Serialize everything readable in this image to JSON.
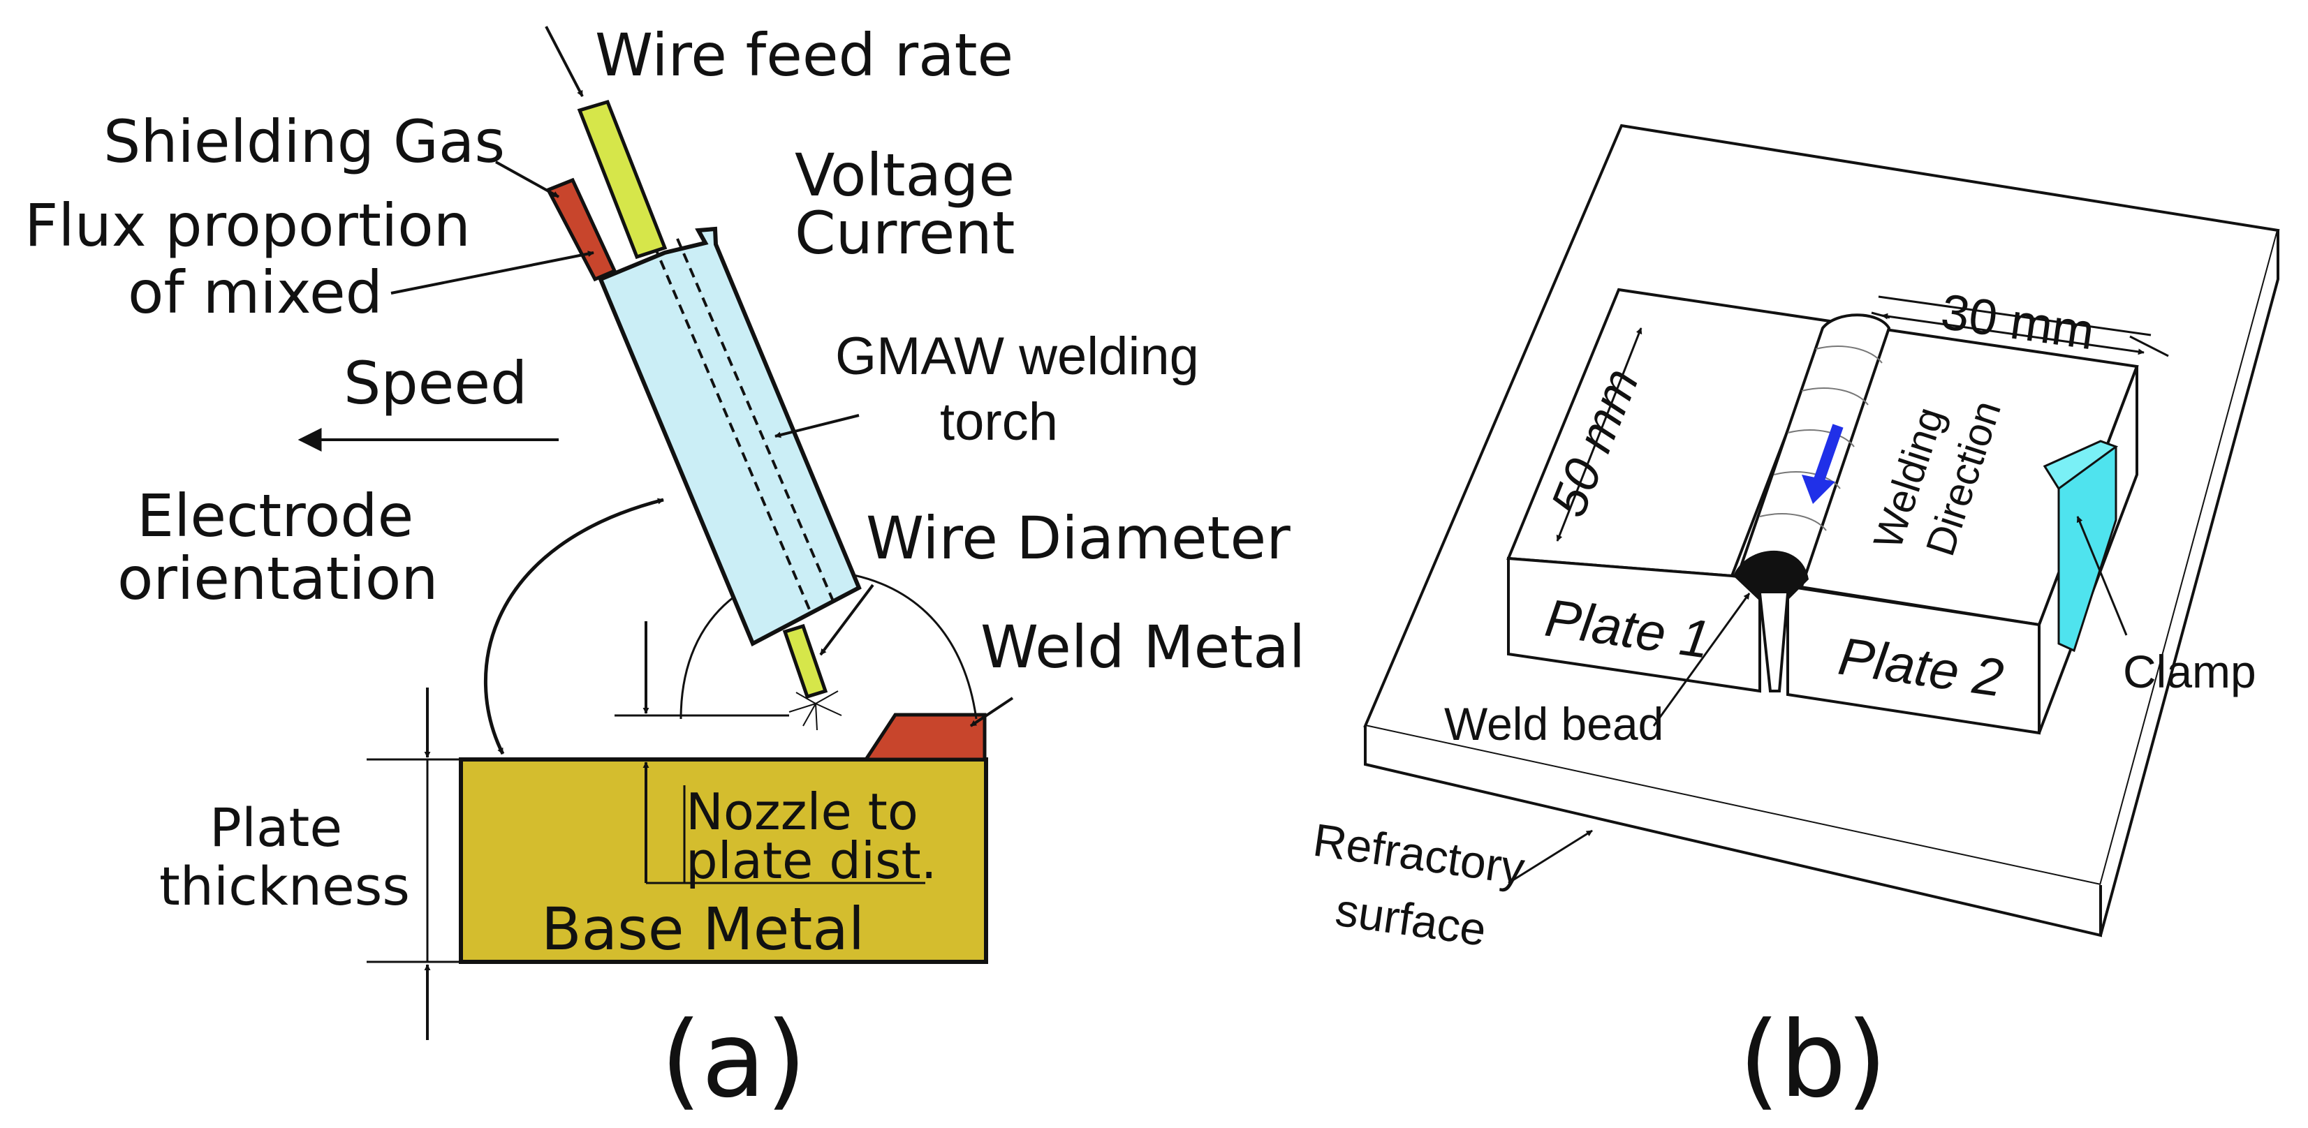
{
  "panel_a": {
    "caption": "(a)",
    "labels": {
      "wire_feed_rate": "Wire feed rate",
      "shielding_gas": "Shielding Gas",
      "voltage": "Voltage",
      "current": "Current",
      "flux_line1": "Flux proportion",
      "flux_line2": "of mixed",
      "speed": "Speed",
      "torch_line1": "GMAW welding",
      "torch_line2": "torch",
      "electrode_line1": "Electrode",
      "electrode_line2": "orientation",
      "wire_diameter": "Wire Diameter",
      "weld_metal": "Weld Metal",
      "plate_thickness_line1": "Plate",
      "plate_thickness_line2": "thickness",
      "nozzle_line1": "Nozzle to",
      "nozzle_line2": "plate dist.",
      "base_metal": "Base Metal"
    },
    "colors": {
      "base_metal": "#d4bd2e",
      "torch": "#cbeef6",
      "wire": "#d6e64a",
      "gas_nozzle": "#c8452c",
      "weld_metal": "#c8452c"
    }
  },
  "panel_b": {
    "caption": "(b)",
    "labels": {
      "dim_30": "30 mm",
      "dim_50": "50 mm",
      "welding_line1": "Welding",
      "welding_line2": "Direction",
      "plate1": "Plate 1",
      "plate2": "Plate 2",
      "clamp": "Clamp",
      "weld_bead": "Weld bead",
      "refractory_line1": "Refractory",
      "refractory_line2": "surface"
    },
    "colors": {
      "clamp": "#4fe3ee",
      "arrow": "#2030e8",
      "bead_end": "#111111"
    }
  }
}
